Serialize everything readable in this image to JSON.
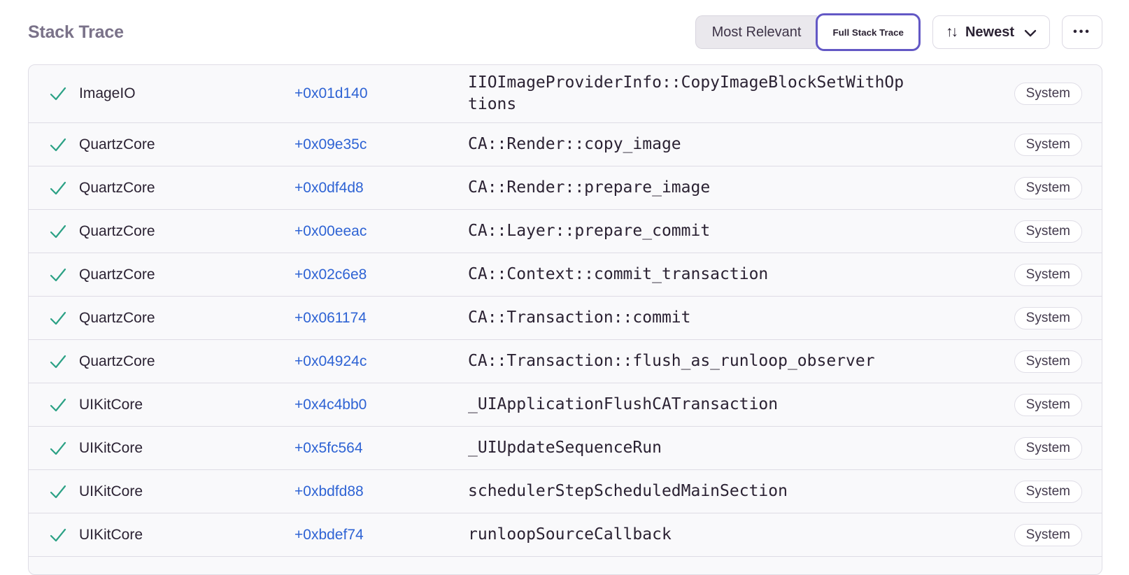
{
  "header": {
    "title": "Stack Trace",
    "toggle": {
      "most_relevant_label": "Most Relevant",
      "full_stack_trace_label": "Full Stack Trace",
      "selected": "Full Stack Trace"
    },
    "sort": {
      "label": "Newest",
      "icon": "sort-arrows-icon",
      "arrows_glyph": "↑↓"
    },
    "more": {
      "label": "•••",
      "icon": "ellipsis-icon"
    }
  },
  "colors": {
    "accent_purple": "#6358C5",
    "link_blue": "#2E63D4",
    "check_green": "#2BA185",
    "title_gray": "#7A7289",
    "row_background": "#F9F9FB",
    "row_divider": "#DEDCE5"
  },
  "icons": {
    "row_status": "symbolicated-check-icon"
  },
  "frames": [
    {
      "module": "ImageIO",
      "address": "+0x01d140",
      "function": "IIOImageProviderInfo::CopyImageBlockSetWithOptions",
      "badge": "System"
    },
    {
      "module": "QuartzCore",
      "address": "+0x09e35c",
      "function": "CA::Render::copy_image",
      "badge": "System"
    },
    {
      "module": "QuartzCore",
      "address": "+0x0df4d8",
      "function": "CA::Render::prepare_image",
      "badge": "System"
    },
    {
      "module": "QuartzCore",
      "address": "+0x00eeac",
      "function": "CA::Layer::prepare_commit",
      "badge": "System"
    },
    {
      "module": "QuartzCore",
      "address": "+0x02c6e8",
      "function": "CA::Context::commit_transaction",
      "badge": "System"
    },
    {
      "module": "QuartzCore",
      "address": "+0x061174",
      "function": "CA::Transaction::commit",
      "badge": "System"
    },
    {
      "module": "QuartzCore",
      "address": "+0x04924c",
      "function": "CA::Transaction::flush_as_runloop_observer",
      "badge": "System"
    },
    {
      "module": "UIKitCore",
      "address": "+0x4c4bb0",
      "function": "_UIApplicationFlushCATransaction",
      "badge": "System"
    },
    {
      "module": "UIKitCore",
      "address": "+0x5fc564",
      "function": "_UIUpdateSequenceRun",
      "badge": "System"
    },
    {
      "module": "UIKitCore",
      "address": "+0xbdfd88",
      "function": "schedulerStepScheduledMainSection",
      "badge": "System"
    },
    {
      "module": "UIKitCore",
      "address": "+0xbdef74",
      "function": "runloopSourceCallback",
      "badge": "System"
    }
  ]
}
